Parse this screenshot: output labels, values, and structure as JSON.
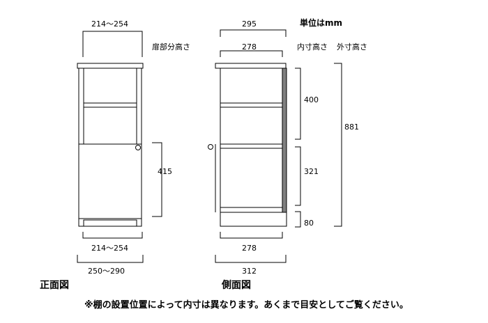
{
  "unit_label": "単位はmm",
  "labels": {
    "door_height": "扉部分高さ",
    "inner_height": "内寸高さ",
    "outer_height": "外寸高さ",
    "front_view": "正面図",
    "side_view": "側面図"
  },
  "front_dimensions": {
    "top_width": "214～254",
    "door_height": "415",
    "inner_width": "214～254",
    "outer_width": "250～290"
  },
  "side_dimensions": {
    "top_depth": "295",
    "inner_depth_top": "278",
    "shelf_upper": "400",
    "shelf_lower": "321",
    "base": "80",
    "total_height": "881",
    "inner_depth_bottom": "278",
    "outer_depth": "312"
  },
  "footnote": "※棚の設置位置によって内寸は異なります。あくまで目安としてご覧ください。",
  "colors": {
    "line": "#000000",
    "back_panel": "#808080"
  }
}
